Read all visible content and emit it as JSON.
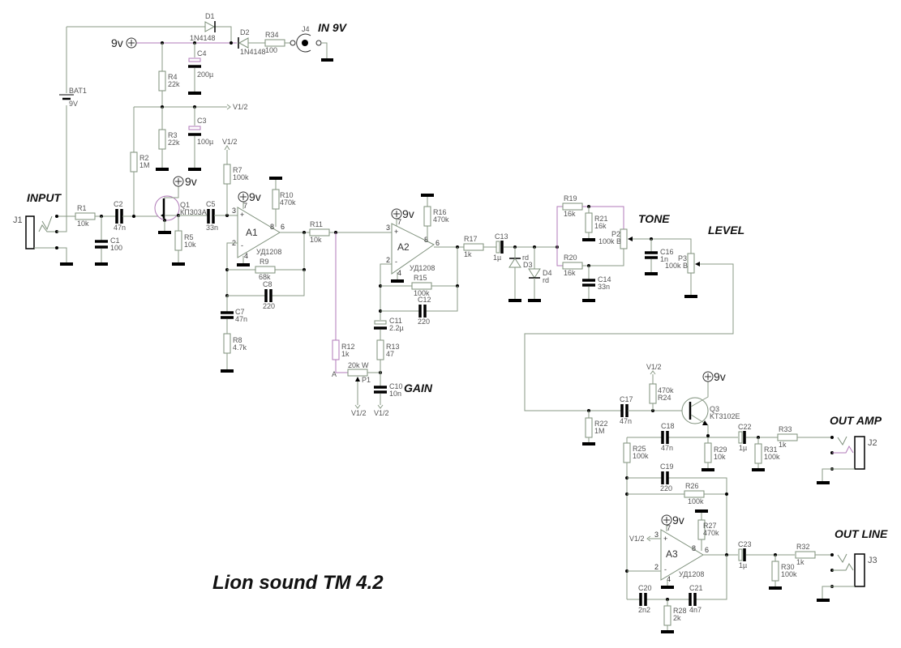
{
  "title": "Lion sound TM 4.2",
  "sections": {
    "input": "INPUT",
    "in9v": "IN 9V",
    "gain": "GAIN",
    "tone": "TONE",
    "level": "LEVEL",
    "out_amp": "OUT AMP",
    "out_line": "OUT LINE"
  },
  "power": {
    "v9": "9v",
    "vhalf": "V1/2"
  },
  "components": {
    "J1": "J1",
    "J2": "J2",
    "J3": "J3",
    "J4": "J4",
    "BAT1": {
      "ref": "BAT1",
      "val": "9V"
    },
    "D1": {
      "ref": "D1",
      "val": "1N4148"
    },
    "D2": {
      "ref": "D2",
      "val": "1N4148"
    },
    "D3": {
      "ref": "D3",
      "val": "rd"
    },
    "D4": {
      "ref": "D4",
      "val": "rd"
    },
    "R1": {
      "ref": "R1",
      "val": "10k"
    },
    "R2": {
      "ref": "R2",
      "val": "1M"
    },
    "R3": {
      "ref": "R3",
      "val": "22k"
    },
    "R4": {
      "ref": "R4",
      "val": "22k"
    },
    "R5": {
      "ref": "R5",
      "val": "10k"
    },
    "R7": {
      "ref": "R7",
      "val": "100k"
    },
    "R8": {
      "ref": "R8",
      "val": "4.7k"
    },
    "R9": {
      "ref": "R9",
      "val": "68k"
    },
    "R10": {
      "ref": "R10",
      "val": "470k"
    },
    "R11": {
      "ref": "R11",
      "val": "10k"
    },
    "R12": {
      "ref": "R12",
      "val": "1k"
    },
    "R13": {
      "ref": "R13",
      "val": "47"
    },
    "R15": {
      "ref": "R15",
      "val": "100k"
    },
    "R16": {
      "ref": "R16",
      "val": "470k"
    },
    "R17": {
      "ref": "R17",
      "val": "1k"
    },
    "R19": {
      "ref": "R19",
      "val": "16k"
    },
    "R20": {
      "ref": "R20",
      "val": "16k"
    },
    "R21": {
      "ref": "R21",
      "val": "16k"
    },
    "R22": {
      "ref": "R22",
      "val": "1M"
    },
    "R24": {
      "ref": "R24",
      "val": "470k"
    },
    "R25": {
      "ref": "R25",
      "val": "100k"
    },
    "R26": {
      "ref": "R26",
      "val": "100k"
    },
    "R27": {
      "ref": "R27",
      "val": "470k"
    },
    "R28": {
      "ref": "R28",
      "val": "2k"
    },
    "R29": {
      "ref": "R29",
      "val": "10k"
    },
    "R30": {
      "ref": "R30",
      "val": "100k"
    },
    "R31": {
      "ref": "R31",
      "val": "100k"
    },
    "R32": {
      "ref": "R32",
      "val": "1k"
    },
    "R33": {
      "ref": "R33",
      "val": "1k"
    },
    "R34": {
      "ref": "R34",
      "val": "100"
    },
    "C1": {
      "ref": "C1",
      "val": "100"
    },
    "C2": {
      "ref": "C2",
      "val": "47n"
    },
    "C3": {
      "ref": "C3",
      "val": "100µ"
    },
    "C4": {
      "ref": "C4",
      "val": "200µ"
    },
    "C5": {
      "ref": "C5",
      "val": "33n"
    },
    "C7": {
      "ref": "C7",
      "val": "47n"
    },
    "C8": {
      "ref": "C8",
      "val": "220"
    },
    "C10": {
      "ref": "C10",
      "val": "10n"
    },
    "C11": {
      "ref": "C11",
      "val": "2.2µ"
    },
    "C12": {
      "ref": "C12",
      "val": "220"
    },
    "C13": {
      "ref": "C13",
      "val": "1µ"
    },
    "C14": {
      "ref": "C14",
      "val": "33n"
    },
    "C16": {
      "ref": "C16",
      "val": "1n"
    },
    "C17": {
      "ref": "C17",
      "val": "47n"
    },
    "C18": {
      "ref": "C18",
      "val": "47n"
    },
    "C19": {
      "ref": "C19",
      "val": "220"
    },
    "C20": {
      "ref": "C20",
      "val": "2n2"
    },
    "C21": {
      "ref": "C21",
      "val": "4n7"
    },
    "C22": {
      "ref": "C22",
      "val": "1µ"
    },
    "C23": {
      "ref": "C23",
      "val": "1µ"
    },
    "Q1": {
      "ref": "Q1",
      "val": "КП303А"
    },
    "Q3": {
      "ref": "Q3",
      "val": "KT3102E"
    },
    "P1": {
      "ref": "P1",
      "val": "20k W"
    },
    "P2": {
      "ref": "P2",
      "val": "100k B"
    },
    "P3": {
      "ref": "P3",
      "val": "100k B"
    },
    "A1": {
      "ref": "A1",
      "val": "УД1208"
    },
    "A2": {
      "ref": "A2",
      "val": "УД1208"
    },
    "A3": {
      "ref": "A3",
      "val": "УД1208"
    }
  },
  "opamp_pins": {
    "p2": "2",
    "p3": "3",
    "p4": "4",
    "p6": "6",
    "p7": "7",
    "p8": "8",
    "plus": "+",
    "minus": "-"
  }
}
